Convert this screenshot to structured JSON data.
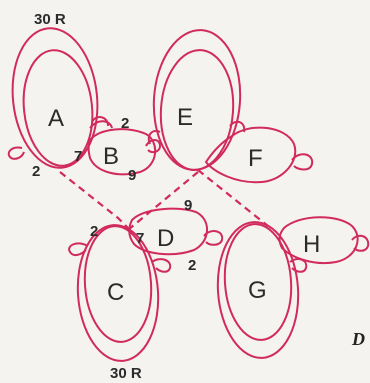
{
  "colors": {
    "thread": "#d12a5c",
    "ink": "#2b2b2b",
    "paper": "#f4f3ef"
  },
  "rings": {
    "A": {
      "letter": "A"
    },
    "B": {
      "letter": "B"
    },
    "C": {
      "letter": "C"
    },
    "D": {
      "letter": "D"
    },
    "E": {
      "letter": "E"
    },
    "F": {
      "letter": "F"
    },
    "G": {
      "letter": "G"
    },
    "H": {
      "letter": "H"
    }
  },
  "counts": {
    "top_ring": "30 R",
    "bottom_ring": "30 R",
    "a_right": "2",
    "a_b_join": "7",
    "a_left": "2",
    "b_right": "9",
    "d_top": "9",
    "c_left": "2",
    "c_d_join": "7",
    "d_bottom": "2"
  },
  "edge_text": "D"
}
